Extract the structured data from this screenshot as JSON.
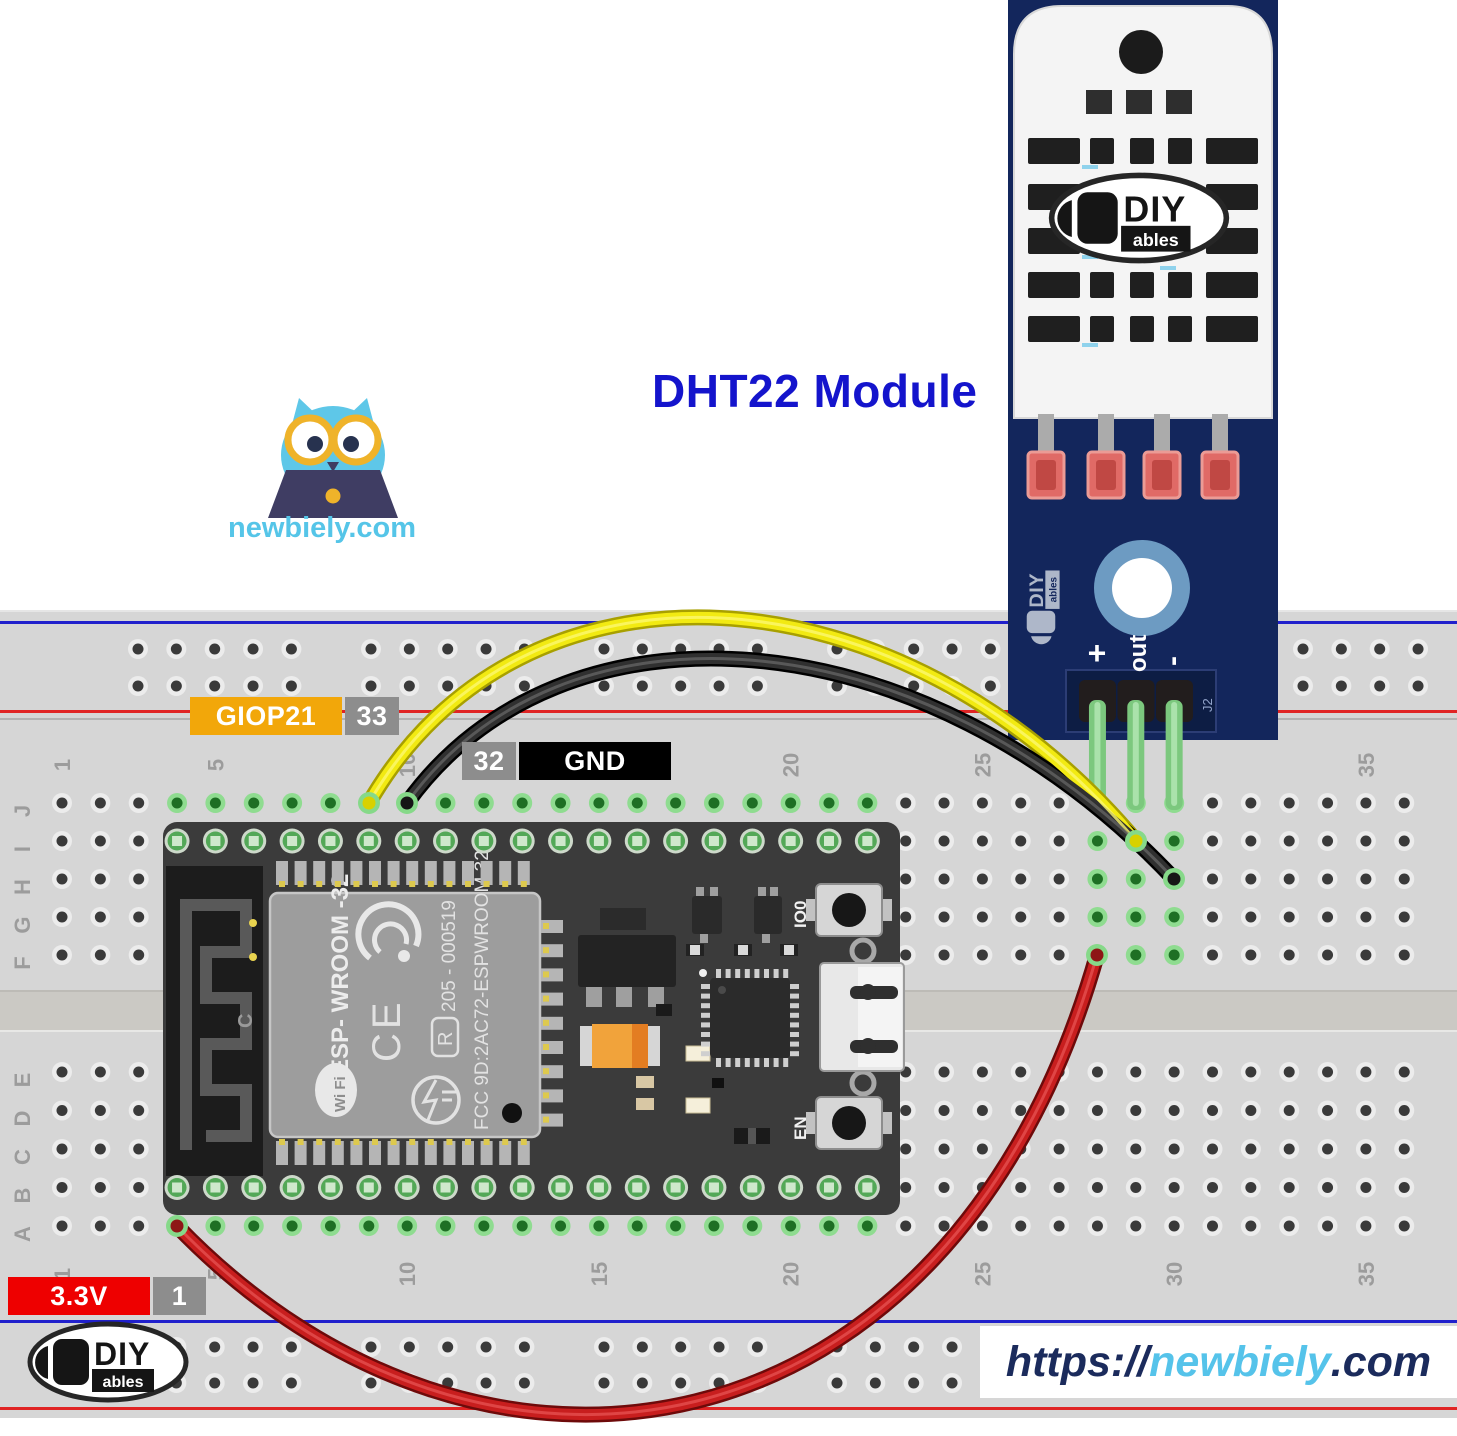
{
  "title": "DHT22 Module",
  "mascot": {
    "site": "newbiely.com"
  },
  "footer": {
    "url_prefix": "https://",
    "url_site": "newbiely",
    "url_tld": ".com"
  },
  "brand": {
    "name": "DIY",
    "sub": "ables"
  },
  "labels": {
    "gpio": {
      "pin_name": "GIOP21",
      "pin_number": "33"
    },
    "gnd": {
      "pin_number": "32",
      "pin_name": "GND"
    },
    "power": {
      "pin_name": "3.3V",
      "pin_number": "1"
    }
  },
  "esp32": {
    "module_text": "ESP- WROOM -32",
    "cert_number": "205 - 000519",
    "r_mark": "R",
    "ce_mark": "CE",
    "fcc_text": "FCC 9D:2AC72-ESPWROOM 32",
    "wifi_badge": "Wi Fi",
    "button_io0": "IO0",
    "button_en": "EN",
    "antenna_label": "C"
  },
  "dht22": {
    "pin_plus": "+",
    "pin_out": "out",
    "pin_minus": "-",
    "ref": "J2"
  },
  "breadboard": {
    "row_labels_top": [
      "J",
      "I",
      "H",
      "G",
      "F"
    ],
    "row_labels_bottom": [
      "E",
      "D",
      "C",
      "B",
      "A"
    ],
    "column_labels": [
      "1",
      "5",
      "10",
      "15",
      "20",
      "25",
      "30",
      "35"
    ]
  },
  "colors": {
    "wire_signal": "#f2ea12",
    "wire_ground": "#303030",
    "wire_power": "#c81e1e",
    "label_gpio_bg": "#f2a70a",
    "label_power_bg": "#ee0000",
    "label_pin_bg": "#8d8d8d",
    "label_gnd_bg": "#000000",
    "title_color": "#1414cc",
    "pcb_navy": "#13265c",
    "rail_positive": "#e02424",
    "rail_negative": "#2020cc"
  }
}
